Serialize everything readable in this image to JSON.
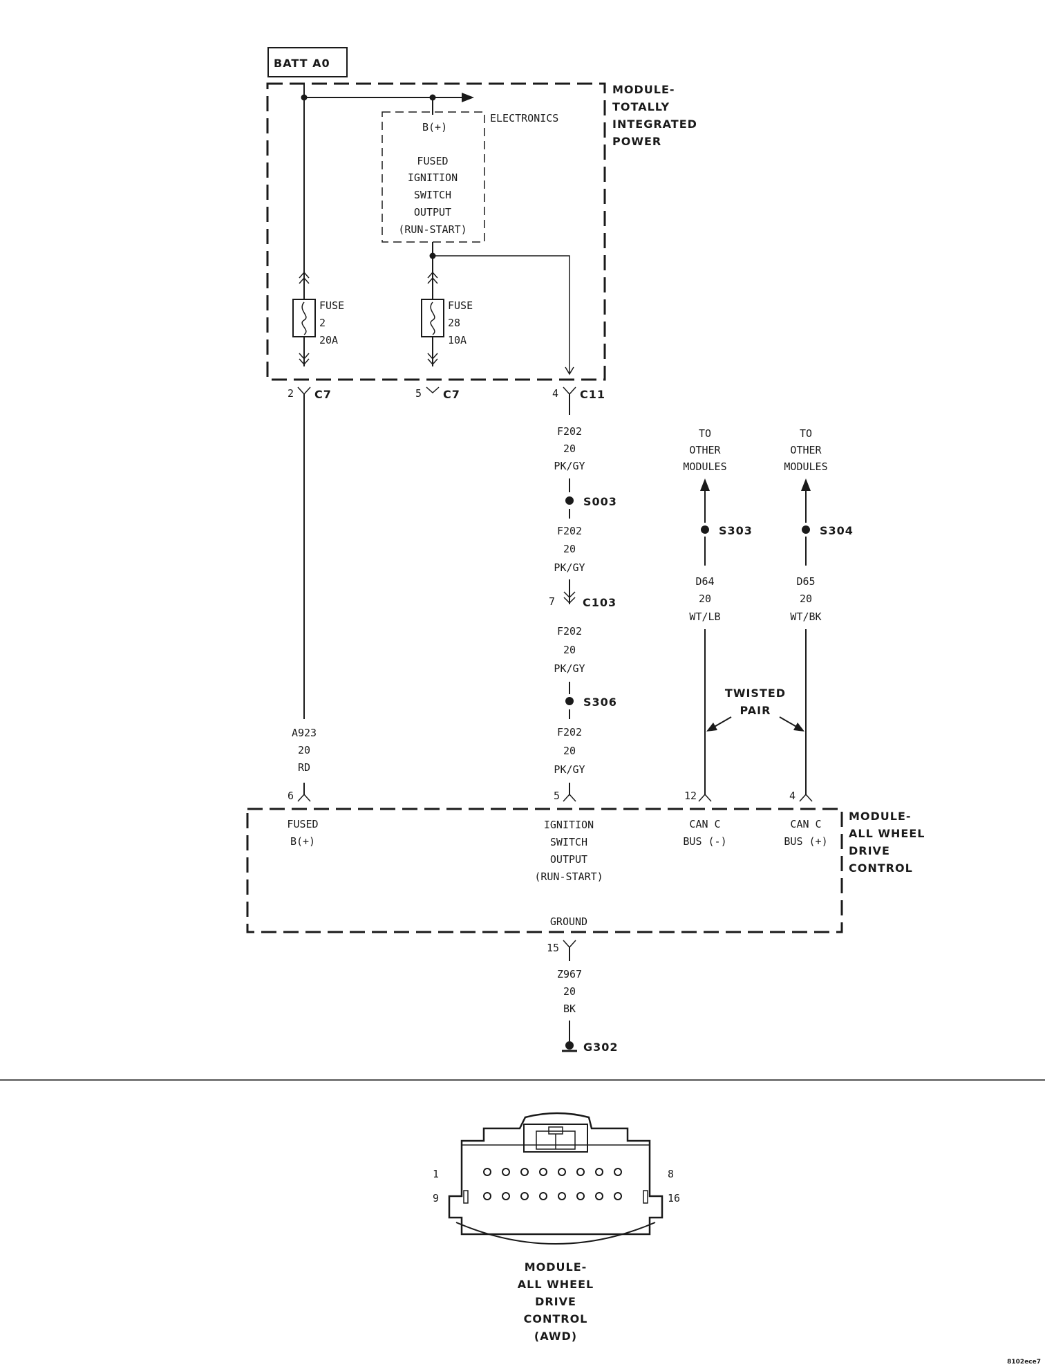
{
  "batt": "BATT A0",
  "tipm": {
    "lines": [
      "MODULE-",
      "TOTALLY",
      "INTEGRATED",
      "POWER"
    ]
  },
  "electronics": "ELECTRONICS",
  "bplus": "B(+)",
  "fused_ign": {
    "lines": [
      "FUSED",
      "IGNITION",
      "SWITCH",
      "OUTPUT",
      "(RUN-START)"
    ]
  },
  "fuse2": {
    "lines": [
      "FUSE",
      "2",
      "20A"
    ]
  },
  "fuse28": {
    "lines": [
      "FUSE",
      "28",
      "10A"
    ]
  },
  "conn": {
    "c7a_pin": "2",
    "c7a": "C7",
    "c7b_pin": "5",
    "c7b": "C7",
    "c11_pin": "4",
    "c11": "C11",
    "c103_pin": "7",
    "c103": "C103"
  },
  "wires": {
    "f202": [
      "F202",
      "20",
      "PK/GY"
    ],
    "a923": [
      "A923",
      "20",
      "RD"
    ],
    "d64": [
      "D64",
      "20",
      "WT/LB"
    ],
    "d65": [
      "D65",
      "20",
      "WT/BK"
    ],
    "z967": [
      "Z967",
      "20",
      "BK"
    ]
  },
  "splices": {
    "s003": "S003",
    "s306": "S306",
    "s303": "S303",
    "s304": "S304"
  },
  "to_other": [
    "TO",
    "OTHER",
    "MODULES"
  ],
  "twisted": [
    "TWISTED",
    "PAIR"
  ],
  "awd": {
    "title": [
      "MODULE-",
      "ALL WHEEL",
      "DRIVE",
      "CONTROL"
    ],
    "pin6": "6",
    "pin5": "5",
    "pin12": "12",
    "pin4": "4",
    "pin15": "15",
    "fused": [
      "FUSED",
      "B(+)"
    ],
    "ign": [
      "IGNITION",
      "SWITCH",
      "OUTPUT",
      "(RUN-START)"
    ],
    "canm": [
      "CAN C",
      "BUS (-)"
    ],
    "canp": [
      "CAN C",
      "BUS (+)"
    ],
    "ground": "GROUND"
  },
  "ground_id": "G302",
  "connector": {
    "pin1": "1",
    "pin8": "8",
    "pin9": "9",
    "pin16": "16",
    "caption": [
      "MODULE-",
      "ALL WHEEL",
      "DRIVE",
      "CONTROL",
      "(AWD)"
    ]
  },
  "figure_code": "8102ece7"
}
